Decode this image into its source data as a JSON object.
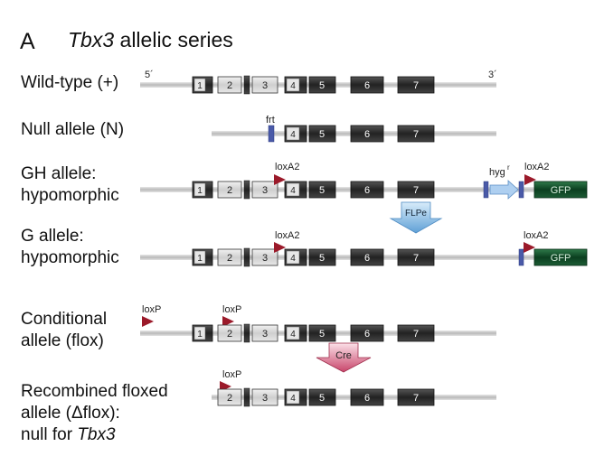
{
  "panel_letter": "A",
  "title_gene": "Tbx3",
  "title_rest": " allelic series",
  "end_marks": {
    "five_prime": "5´",
    "three_prime": "3´"
  },
  "rows": [
    {
      "label_lines": [
        "Wild-type (+)"
      ]
    },
    {
      "label_lines": [
        "Null allele (N)"
      ]
    },
    {
      "label_lines": [
        "GH allele:",
        "hypomorphic"
      ]
    },
    {
      "label_lines": [
        "G allele:",
        "hypomorphic"
      ]
    },
    {
      "label_lines": [
        "Conditional",
        "allele (flox)"
      ]
    },
    {
      "label_lines": [
        "Recombined floxed",
        "allele (Δflox):"
      ],
      "label_last_prefix": "null for ",
      "label_last_gene": "Tbx3"
    }
  ],
  "element_labels": {
    "frt": "frt",
    "loxA2": "loxA2",
    "loxP": "loxP",
    "hyg": "hyg",
    "hyg_superscript": "r",
    "gfp": "GFP",
    "flpe": "FLPe",
    "cre": "Cre"
  },
  "exon_numbers": [
    "1",
    "2",
    "3",
    "4",
    "5",
    "6",
    "7"
  ],
  "colors": {
    "backbone": "#c8c8c8",
    "exon_dark": "#2e2e2e",
    "exon_light": "#dcdcdc",
    "frt_blue": "#4a5aa8",
    "lox_red": "#9b1a2a",
    "gfp_green": "#0c4a26",
    "flpe_blue": "#7fb6e0",
    "cre_red": "#c23a5a"
  }
}
